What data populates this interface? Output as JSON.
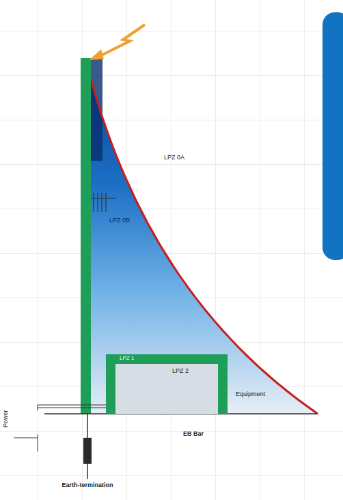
{
  "diagram": {
    "nodes": [
      {
        "text": [
          "LPZ 1"
        ]
      },
      {
        "text": [
          "LPZ 2"
        ],
        "in": 0
      }
    ],
    "labels": [
      "LPZ 0A",
      "LPZ 0B",
      "Equipment",
      "EB Bar",
      "Power",
      "Earth-termination"
    ]
  }
}
